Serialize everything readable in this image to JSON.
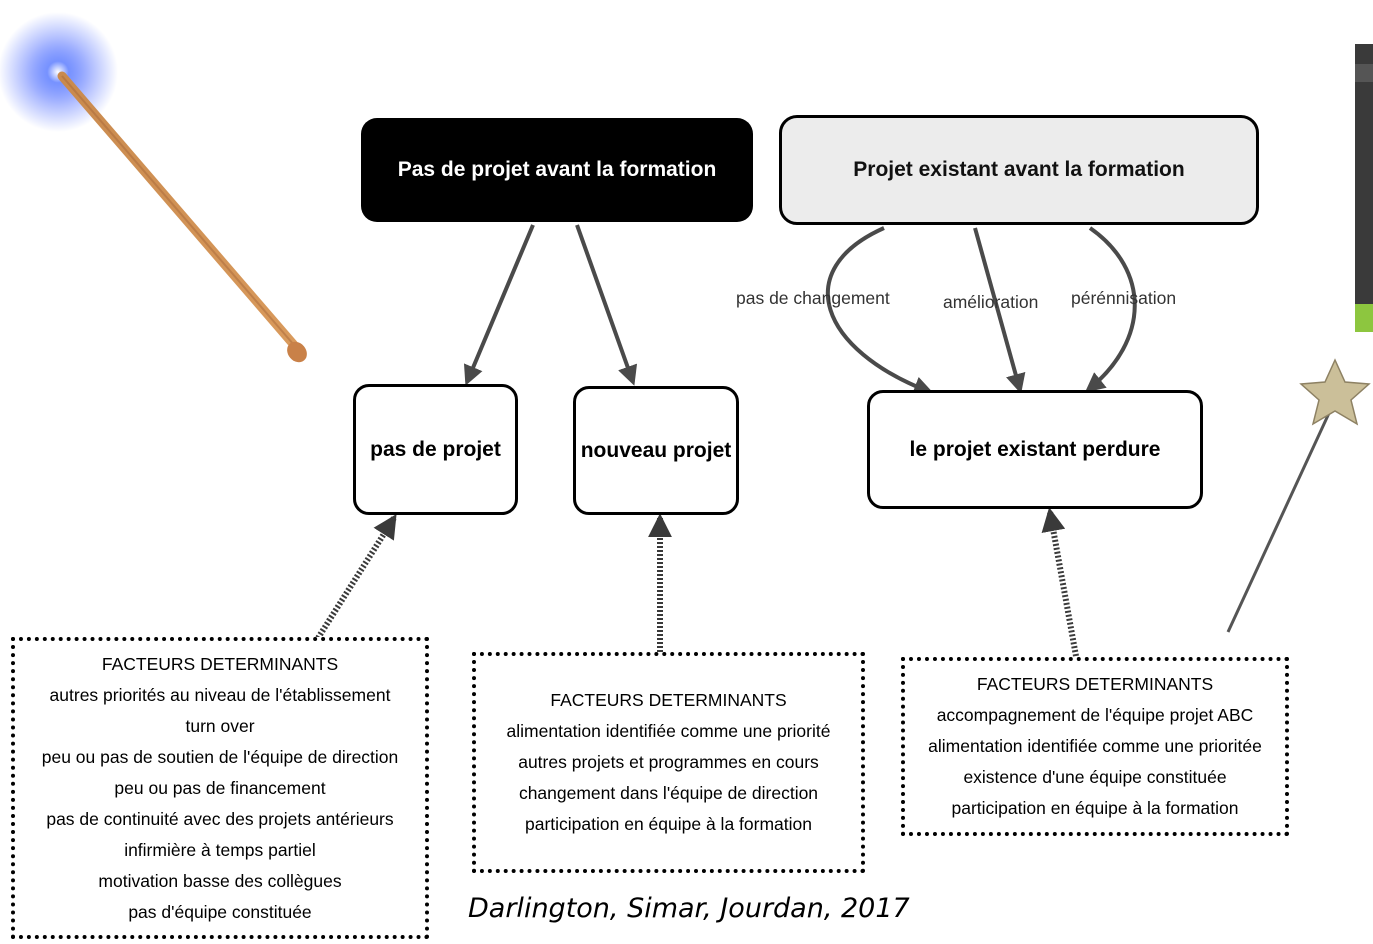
{
  "diagram": {
    "top_left": "Pas de projet avant la formation",
    "top_right": "Projet existant avant la formation",
    "mid_nodes": [
      "pas de projet",
      "nouveau projet",
      "le projet existant perdure"
    ],
    "edge_labels": [
      "pas de changement",
      "amélioration",
      "pérénnisation"
    ],
    "factor_boxes": [
      {
        "title": "FACTEURS DETERMINANTS",
        "lines": [
          "autres priorités au niveau de l'établissement",
          "turn over",
          "peu ou pas de soutien de l'équipe de direction",
          "peu ou pas de financement",
          "pas de continuité avec des projets antérieurs",
          "infirmière à temps partiel",
          "motivation basse des collègues",
          "pas d'équipe constituée"
        ]
      },
      {
        "title": "FACTEURS DETERMINANTS",
        "lines": [
          "alimentation identifiée comme une priorité",
          "autres projets et programmes en cours",
          "changement dans l'équipe de direction",
          "participation en équipe à la formation"
        ]
      },
      {
        "title": "FACTEURS DETERMINANTS",
        "lines": [
          "accompagnement de l'équipe projet ABC",
          "alimentation identifiée comme une prioritée",
          "existence d'une équipe constituée",
          "participation en équipe à la formation"
        ]
      }
    ]
  },
  "citation": "Darlington, Simar, Jourdan, 2017",
  "colors": {
    "dark_node": "#000000",
    "light_node": "#ececec",
    "arrow": "#4a4a4a",
    "accent_bar": "#8dc63f",
    "side_bar": "#3a3a3a"
  },
  "decorations": [
    "magic-wand-icon",
    "star-wand-icon"
  ]
}
